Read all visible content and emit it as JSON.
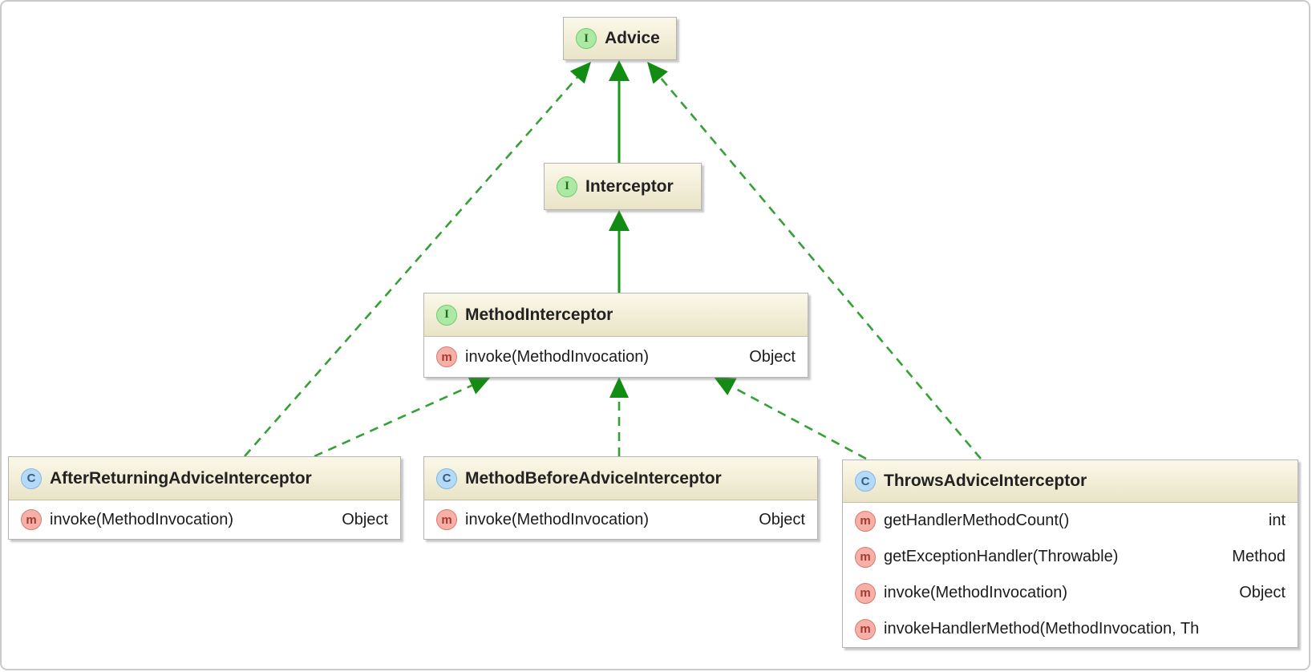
{
  "icons": {
    "interface": "I",
    "class": "C",
    "method": "m"
  },
  "colors": {
    "edge_solid_green": "#189a18",
    "edge_dashed_green": "#35a035",
    "arrowhead_green": "#128c12",
    "header_gradient_top": "#fbf8e9",
    "header_gradient_bottom": "#e9e4c7",
    "interface_icon_bg": "#abe9a4",
    "class_icon_bg": "#b5daf8",
    "method_icon_bg": "#f7b0a7"
  },
  "nodes": [
    {
      "id": "advice",
      "type": "interface",
      "title": "Advice",
      "methods": []
    },
    {
      "id": "interceptor",
      "type": "interface",
      "title": "Interceptor",
      "methods": []
    },
    {
      "id": "method-interceptor",
      "type": "interface",
      "title": "MethodInterceptor",
      "methods": [
        {
          "name": "invoke(MethodInvocation)",
          "returns": "Object"
        }
      ]
    },
    {
      "id": "after-returning-advice-interceptor",
      "type": "class",
      "title": "AfterReturningAdviceInterceptor",
      "methods": [
        {
          "name": "invoke(MethodInvocation)",
          "returns": "Object"
        }
      ]
    },
    {
      "id": "method-before-advice-interceptor",
      "type": "class",
      "title": "MethodBeforeAdviceInterceptor",
      "methods": [
        {
          "name": "invoke(MethodInvocation)",
          "returns": "Object"
        }
      ]
    },
    {
      "id": "throws-advice-interceptor",
      "type": "class",
      "title": "ThrowsAdviceInterceptor",
      "methods": [
        {
          "name": "getHandlerMethodCount()",
          "returns": "int"
        },
        {
          "name": "getExceptionHandler(Throwable)",
          "returns": "Method"
        },
        {
          "name": "invoke(MethodInvocation)",
          "returns": "Object"
        },
        {
          "name": "invokeHandlerMethod(MethodInvocation, Th",
          "returns": ""
        }
      ]
    }
  ],
  "edges": [
    {
      "from": "Interceptor",
      "to": "Advice",
      "kind": "extends-solid"
    },
    {
      "from": "MethodInterceptor",
      "to": "Interceptor",
      "kind": "extends-solid"
    },
    {
      "from": "AfterReturningAdviceInterceptor",
      "to": "Advice",
      "kind": "implements-dashed"
    },
    {
      "from": "AfterReturningAdviceInterceptor",
      "to": "MethodInterceptor",
      "kind": "implements-dashed"
    },
    {
      "from": "MethodBeforeAdviceInterceptor",
      "to": "MethodInterceptor",
      "kind": "implements-dashed"
    },
    {
      "from": "ThrowsAdviceInterceptor",
      "to": "MethodInterceptor",
      "kind": "implements-dashed"
    },
    {
      "from": "ThrowsAdviceInterceptor",
      "to": "Advice",
      "kind": "implements-dashed"
    }
  ]
}
